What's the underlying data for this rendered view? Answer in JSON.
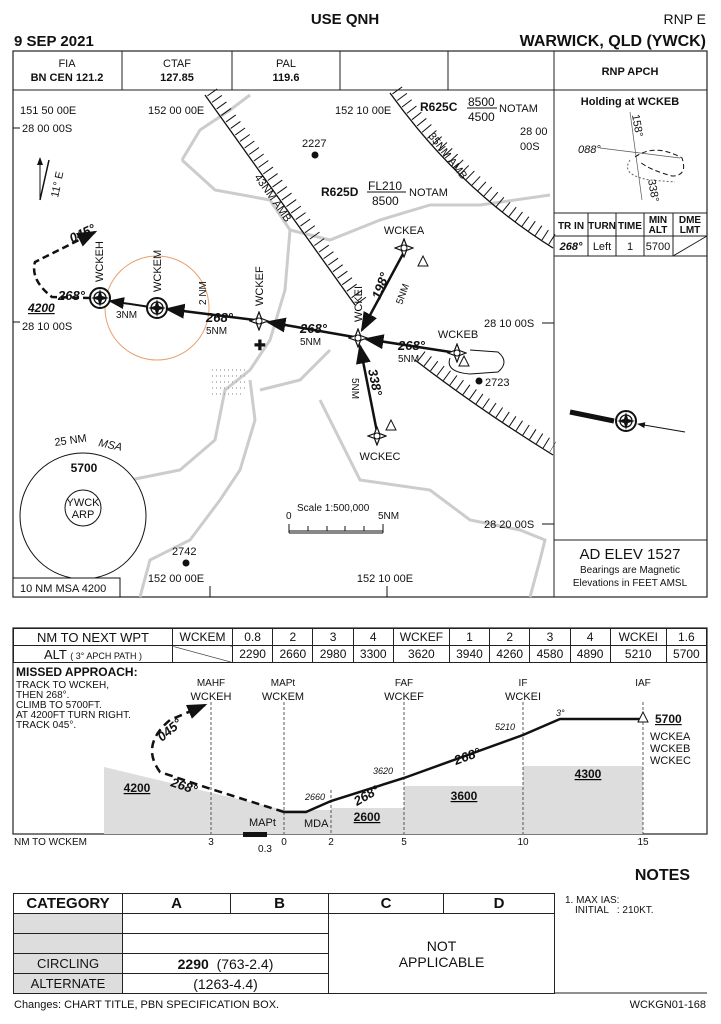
{
  "header": {
    "use_qnh": "USE QNH",
    "approach_type": "RNP E",
    "date": "9 SEP 2021",
    "airport": "WARWICK, QLD (YWCK)"
  },
  "comms": [
    {
      "label": "FIA",
      "value": "BN CEN 121.2"
    },
    {
      "label": "CTAF",
      "value": "127.85"
    },
    {
      "label": "PAL",
      "value": "119.6"
    }
  ],
  "pbn_spec": "RNP APCH",
  "holding": {
    "title": "Holding at WCKEB",
    "bearings": [
      "158°",
      "088°",
      "338°"
    ],
    "headers": [
      "TR IN",
      "TURN",
      "TIME",
      "MIN",
      "ALT",
      "DME",
      "LMT"
    ],
    "values": {
      "tr_in": "268°",
      "turn": "Left",
      "time": "1",
      "min_alt": "5700"
    }
  },
  "plan": {
    "grid": {
      "lon_w": "151 50 00E",
      "lat_n": "28 00 00S",
      "lon_c": "152 00 00E",
      "lon_e": "152 10 00E",
      "lat_n_r1": "28 00",
      "lat_n_r2": "00S",
      "lat_m_l": "28 10 00S",
      "lat_m_r": "28 10 00S",
      "lat_s": "28 20 00S",
      "lon_c_b": "152 00 00E",
      "lon_e_b": "152 10 00E"
    },
    "restricted": [
      {
        "id": "R625C",
        "upper": "8500",
        "lower": "4500",
        "note": "NOTAM"
      },
      {
        "id": "R625D",
        "upper": "FL210",
        "lower": "8500",
        "note": "NOTAM"
      }
    ],
    "amb": [
      "35NM AMB",
      "43NM AMB"
    ],
    "spot_elevations": [
      "2227",
      "2723",
      "2742"
    ],
    "magvar": "11° E",
    "waypoints": {
      "h": "WCKEH",
      "m": "WCKEM",
      "f": "WCKEF",
      "i": "WCKEI",
      "a": "WCKEA",
      "b": "WCKEB",
      "c": "WCKEC"
    },
    "legs": {
      "missed_track": "045°",
      "eh_track": "268°",
      "eh_alt": "4200",
      "em_dist": "3NM",
      "em_dist2": "2 NM",
      "mf_track": "268°",
      "mf_dist": "5NM",
      "fi_track": "268°",
      "fi_dist": "5NM",
      "ai_track": "198°",
      "ai_dist": "5NM",
      "bi_track": "268°",
      "bi_dist": "5NM",
      "ci_track": "338°",
      "ci_dist": "5NM"
    },
    "msa": {
      "title": "25 NM",
      "title2": "MSA",
      "alt": "5700",
      "arp1": "YWCK",
      "arp2": "ARP",
      "ten_nm": "10 NM MSA 4200"
    },
    "scale": {
      "label": "Scale 1:500,000",
      "zero": "0",
      "max": "5NM"
    },
    "ad_elev": "AD ELEV 1527",
    "bearing_note": "Bearings are Magnetic",
    "elev_note": "Elevations in FEET AMSL"
  },
  "distance_table": {
    "row1": [
      "NM TO NEXT WPT",
      "WCKEM",
      "0.8",
      "2",
      "3",
      "4",
      "WCKEF",
      "1",
      "2",
      "3",
      "4",
      "WCKEI",
      "1.6"
    ],
    "row2_label": "ALT",
    "row2_sub": "( 3° APCH PATH )",
    "row2": [
      "2290",
      "2660",
      "2980",
      "3300",
      "3620",
      "3940",
      "4260",
      "4580",
      "4890",
      "5210",
      "5700"
    ]
  },
  "profile": {
    "missed_title": "MISSED APPROACH:",
    "missed_lines": [
      "TRACK TO WCKEH,",
      "THEN 268°.",
      "CLIMB TO 5700FT.",
      "AT 4200FT TURN RIGHT.",
      "TRACK 045°."
    ],
    "fixes": {
      "mahf": "MAHF",
      "mahf_wp": "WCKEH",
      "mapt": "MAPt",
      "mapt_wp": "WCKEM",
      "faf": "FAF",
      "faf_wp": "WCKEF",
      "if": "IF",
      "if_wp": "WCKEI",
      "iaf": "IAF"
    },
    "iaf_wps": [
      "WCKEA",
      "WCKEB",
      "WCKEC"
    ],
    "iaf_alt": "5700",
    "angle": "3°",
    "alt_if": "5210",
    "alt_faf": "3620",
    "alt_2": "2660",
    "tracks": [
      "045°",
      "268°",
      "268°",
      "268°"
    ],
    "segment_alts": [
      "4200",
      "2600",
      "3600",
      "4300"
    ],
    "mapt_label": "MAPt",
    "mda_label": "MDA",
    "axis_label": "NM TO WCKEM",
    "ticks": [
      "3",
      "0",
      "2",
      "5",
      "10",
      "15"
    ],
    "tick_03": "0.3"
  },
  "minima": {
    "headers": [
      "CATEGORY",
      "A",
      "B",
      "C",
      "D"
    ],
    "circling": "CIRCLING",
    "circling_val": "2290",
    "circling_sub": "(763-2.4)",
    "alternate": "ALTERNATE",
    "alternate_val": "(1263-4.4)",
    "na1": "NOT",
    "na2": "APPLICABLE"
  },
  "notes": {
    "title": "NOTES",
    "line1": "1. MAX IAS:",
    "line2": "INITIAL   : 210KT."
  },
  "footer": {
    "changes": "Changes: CHART TITLE, PBN SPECIFICATION BOX.",
    "chart_id": "WCKGN01-168"
  }
}
